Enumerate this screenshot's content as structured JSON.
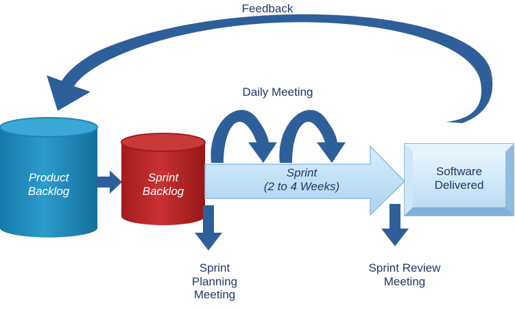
{
  "feedback_label": "Feedback",
  "daily_meeting_label": "Daily Meeting",
  "product_backlog": {
    "line1": "Product",
    "line2": "Backlog"
  },
  "sprint_backlog": {
    "line1": "Sprint",
    "line2": "Backlog"
  },
  "sprint": {
    "line1": "Sprint",
    "line2": "(2 to 4 Weeks)"
  },
  "software_delivered": {
    "line1": "Software",
    "line2": "Delivered"
  },
  "sprint_planning_meeting": {
    "line1": "Sprint",
    "line2": "Planning",
    "line3": "Meeting"
  },
  "sprint_review_meeting": {
    "line1": "Sprint Review",
    "line2": "Meeting"
  },
  "colors": {
    "arrow": "#2e5f9a",
    "product_backlog": "#1a85b4",
    "sprint_backlog": "#b52222",
    "sprint_arrow": "#bfe0f5",
    "software_box": "#d4ebfb",
    "text_dark": "#1f3864"
  }
}
